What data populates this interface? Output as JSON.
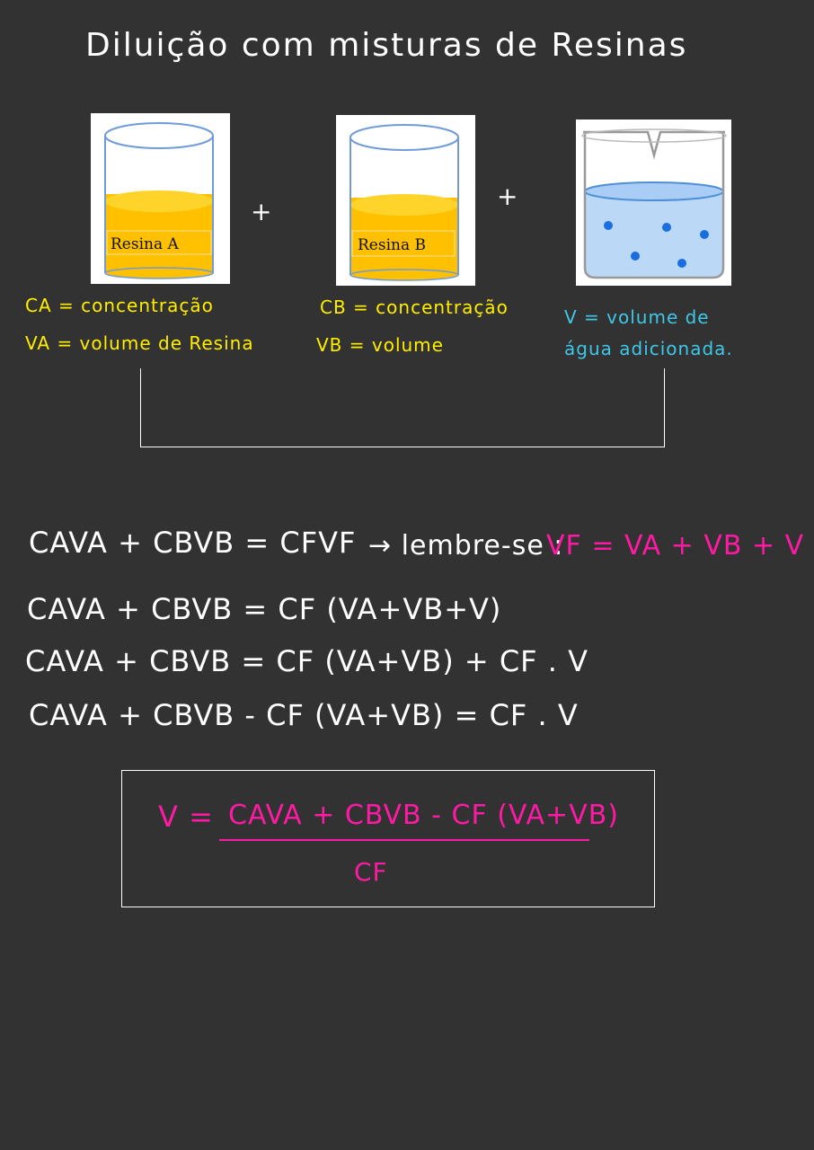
{
  "title": "Diluição com misturas de Resinas",
  "beakers": {
    "a": {
      "tag": "Resina A",
      "color": "#ffc000"
    },
    "b": {
      "tag": "Resina B",
      "color": "#ffc000"
    },
    "water": {
      "color": "#bcd8f7"
    }
  },
  "plus": "+",
  "labels": {
    "ca": "CA = concentração",
    "va": "VA = volume de Resina",
    "cb": "CB = concentração",
    "vb": "VB = volume",
    "v_line1": "V = volume de",
    "v_line2": "água adicionada."
  },
  "equations": {
    "eq1": "CAVA + CBVB = CFVF",
    "eq1_note": "→ lembre-se :",
    "eq1_highlight": "VF = VA + VB + V",
    "eq2": "CAVA + CBVB = CF (VA+VB+V)",
    "eq3": "CAVA + CBVB = CF (VA+VB) + CF . V",
    "eq4": "CAVA + CBVB - CF (VA+VB) = CF . V"
  },
  "result": {
    "lhs": "V =",
    "numerator": "CAVA + CBVB - CF (VA+VB)",
    "denominator": "CF"
  }
}
